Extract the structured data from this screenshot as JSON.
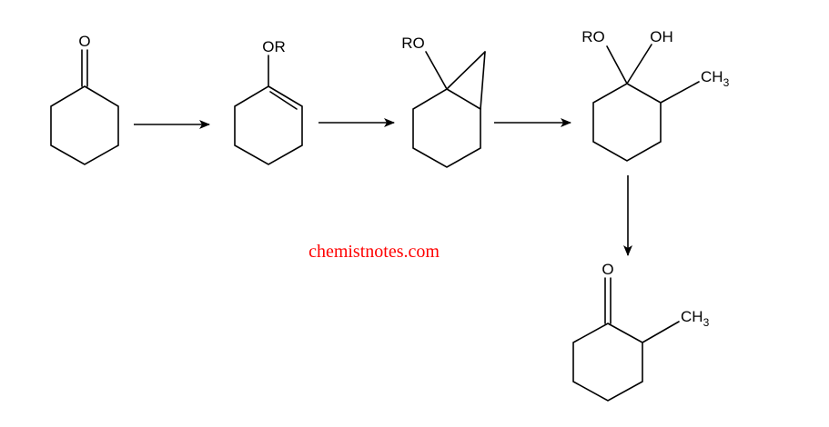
{
  "scheme": {
    "molecule1": {
      "o_label": "O"
    },
    "molecule2": {
      "or_label": "OR"
    },
    "molecule3": {
      "ro_label": "RO"
    },
    "molecule4": {
      "ro_label": "RO",
      "oh_label": "OH",
      "ch3_main": "CH",
      "ch3_sub": "3"
    },
    "molecule5": {
      "o_label": "O",
      "ch3_main": "CH",
      "ch3_sub": "3"
    }
  },
  "watermark": {
    "text": "chemistnotes.com",
    "color": "#ff0000"
  },
  "colors": {
    "ink": "#000000",
    "background": "#ffffff"
  }
}
